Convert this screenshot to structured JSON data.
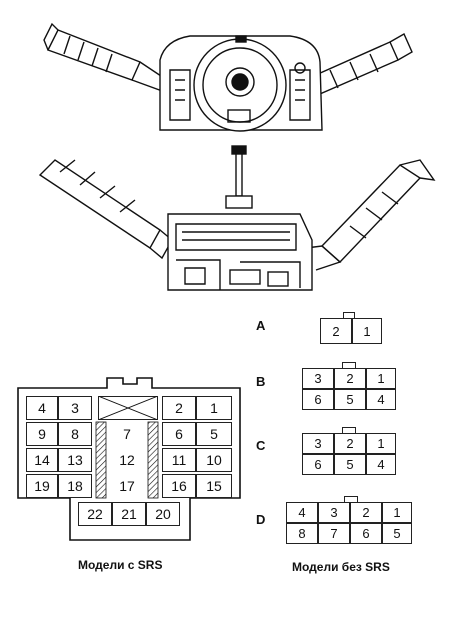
{
  "srs_connector": {
    "rows": [
      [
        "4",
        "3",
        "",
        "2",
        "1"
      ],
      [
        "9",
        "8",
        "7",
        "6",
        "5"
      ],
      [
        "14",
        "13",
        "12",
        "11",
        "10"
      ],
      [
        "19",
        "18",
        "17",
        "16",
        "15"
      ]
    ],
    "bottom_row": [
      "22",
      "21",
      "20"
    ]
  },
  "connectors": [
    {
      "label": "A",
      "top": [],
      "bottom": [
        "2",
        "1"
      ]
    },
    {
      "label": "B",
      "top": [
        "3",
        "2",
        "1"
      ],
      "bottom": [
        "6",
        "5",
        "4"
      ]
    },
    {
      "label": "C",
      "top": [
        "3",
        "2",
        "1"
      ],
      "bottom": [
        "6",
        "5",
        "4"
      ]
    },
    {
      "label": "D",
      "top": [
        "4",
        "3",
        "2",
        "1"
      ],
      "bottom": [
        "8",
        "7",
        "6",
        "5"
      ]
    }
  ],
  "captions": {
    "with_srs": "Модели с SRS",
    "without_srs": "Модели без SRS"
  }
}
